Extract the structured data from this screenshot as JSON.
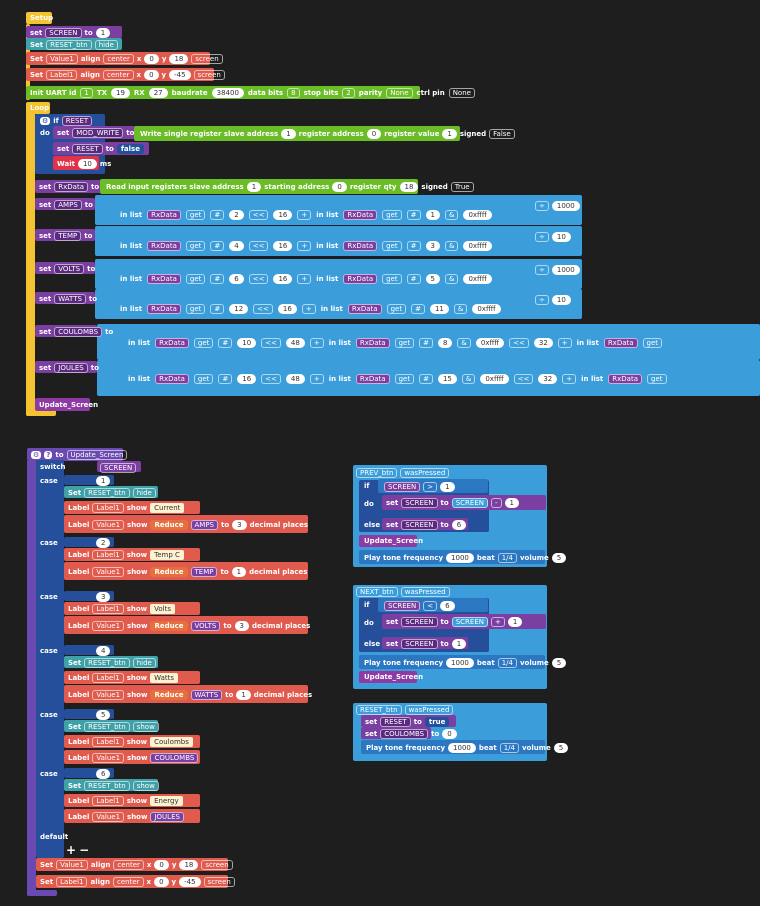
{
  "setup": {
    "hat": "Setup",
    "set_screen": {
      "kw": "set",
      "var": "SCREEN",
      "to": "to",
      "val": "1"
    },
    "set_reset_btn": {
      "kw": "Set",
      "obj": "RESET_btn",
      "val": "hide"
    },
    "set_value1": {
      "kw": "Set",
      "obj": "Value1",
      "align": "align",
      "pos": "center",
      "x": "x",
      "xv": "0",
      "y": "y",
      "yv": "18",
      "tgt": "screen"
    },
    "set_label1": {
      "kw": "Set",
      "obj": "Label1",
      "align": "align",
      "pos": "center",
      "x": "x",
      "xv": "0",
      "y": "y",
      "yv": "-45",
      "tgt": "screen"
    },
    "uart": {
      "a": "Init UART id",
      "id": "1",
      "tx": "TX",
      "txv": "19",
      "rx": "RX",
      "rxv": "27",
      "baud": "baudrate",
      "baudv": "38400",
      "db": "data bits",
      "dbv": "8",
      "sb": "stop bits",
      "sbv": "2",
      "par": "parity",
      "parv": "None",
      "ctrl": "ctrl pin",
      "ctrlv": "None"
    }
  },
  "loop": {
    "hat": "Loop",
    "if": {
      "kw": "if",
      "var": "RESET",
      "do": "do",
      "set_mod": {
        "kw": "set",
        "var": "MOD_WRITE",
        "to": "to",
        "text": "Write single register slave address",
        "sa": "1",
        "ra": "register address",
        "rav": "0",
        "rv": "register value",
        "rvv": "1",
        "sg": "signed",
        "sgv": "False"
      },
      "set_reset": {
        "kw": "set",
        "var": "RESET",
        "to": "to",
        "val": "false"
      },
      "wait": {
        "kw": "Wait",
        "val": "10",
        "unit": "ms"
      }
    },
    "rx": {
      "kw": "set",
      "var": "RxData",
      "to": "to",
      "text": "Read input registers slave address",
      "sa": "1",
      "st": "starting address",
      "stv": "0",
      "rq": "register qty",
      "rqv": "18",
      "sg": "signed",
      "sgv": "True"
    },
    "rows": [
      {
        "var": "AMPS",
        "a": "2",
        "sh": "16",
        "b": "1",
        "mask": "0xffff",
        "div": "1000"
      },
      {
        "var": "TEMP",
        "a": "4",
        "sh": "16",
        "b": "3",
        "mask": "0xffff",
        "div": "10"
      },
      {
        "var": "VOLTS",
        "a": "6",
        "sh": "16",
        "b": "5",
        "mask": "0xffff",
        "div": "1000"
      },
      {
        "var": "WATTS",
        "a": "12",
        "sh": "16",
        "b": "11",
        "mask": "0xffff",
        "div": "10"
      }
    ],
    "coul": {
      "var": "COULOMBS",
      "a": "10",
      "sh": "48",
      "b": "8",
      "mask": "0xffff",
      "sh2": "32"
    },
    "joul": {
      "var": "JOULES",
      "a": "16",
      "sh": "48",
      "b": "15",
      "mask": "0xffff",
      "sh2": "32"
    },
    "call": "Update_Screen",
    "lbl": {
      "set": "set",
      "to": "to",
      "inlist": "in list",
      "get": "get",
      "hash": "#",
      "shl": "<<",
      "plus": "+",
      "amp": "&",
      "div": "÷",
      "rxdata": "RxData"
    }
  },
  "func": {
    "to": "to",
    "name": "Update_Screen",
    "switch": "switch",
    "var": "SCREEN",
    "case": "case",
    "default": "default",
    "cases": [
      {
        "n": "1",
        "hide": "hide",
        "show": "Current",
        "reduce": "AMPS",
        "dp": "3"
      },
      {
        "n": "2",
        "show": "Temp C",
        "reduce": "TEMP",
        "dp": "1"
      },
      {
        "n": "3",
        "show": "Volts",
        "reduce": "VOLTS",
        "dp": "3"
      },
      {
        "n": "4",
        "hide": "hide",
        "show": "Watts",
        "reduce": "WATTS",
        "dp": "1"
      },
      {
        "n": "5",
        "btn": "show",
        "show": "Coulombs",
        "val": "COULOMBS"
      },
      {
        "n": "6",
        "btn": "show",
        "show": "Energy",
        "val": "JOULES"
      }
    ],
    "l": {
      "set": "Set",
      "label": "Label",
      "label1": "Label1",
      "value1": "Value1",
      "reset_btn": "RESET_btn",
      "showkw": "show",
      "reducekw": "Reduce",
      "tokw": "to",
      "dpkw": "decimal places"
    },
    "tail": [
      {
        "obj": "Value1",
        "yv": "18"
      },
      {
        "obj": "Label1",
        "yv": "-45"
      }
    ],
    "tailw": {
      "set": "Set",
      "align": "align",
      "pos": "center",
      "x": "x",
      "xv": "0",
      "y": "y",
      "tgt": "screen"
    }
  },
  "prev": {
    "btn": "PREV_btn",
    "ev": "wasPressed",
    "if": "if",
    "var": "SCREEN",
    "op": ">",
    "cmp": "1",
    "do": "do",
    "set": "set",
    "to": "to",
    "minus": "-",
    "one": "1",
    "else": "else",
    "elsev": "6",
    "call": "Update_Screen",
    "tone": {
      "t": "Play tone frequency",
      "f": "1000",
      "beat": "beat",
      "bv": "1/4",
      "vol": "volume",
      "vv": "5"
    }
  },
  "next": {
    "btn": "NEXT_btn",
    "ev": "wasPressed",
    "if": "if",
    "var": "SCREEN",
    "op": "<",
    "cmp": "6",
    "do": "do",
    "set": "set",
    "to": "to",
    "plus": "+",
    "one": "1",
    "else": "else",
    "elsev": "1",
    "call": "Update_Screen",
    "tone": {
      "t": "Play tone frequency",
      "f": "1000",
      "beat": "beat",
      "bv": "1/4",
      "vol": "volume",
      "vv": "5"
    }
  },
  "resetb": {
    "btn": "RESET_btn",
    "ev": "wasPressed",
    "set": "set",
    "v1": "RESET",
    "to": "to",
    "val1": "true",
    "v2": "COULOMBS",
    "val2": "0",
    "tone": {
      "t": "Play tone frequency",
      "f": "1000",
      "beat": "beat",
      "bv": "1/4",
      "vol": "volume",
      "vv": "5"
    }
  },
  "colors": {
    "background": "#1e1e1e",
    "event": "#f4c430",
    "variable": "#7a3fa0",
    "ui": "#e05a4d",
    "uart": "#6bbd28",
    "math": "#3b9edb",
    "function": "#6a4ab0"
  }
}
